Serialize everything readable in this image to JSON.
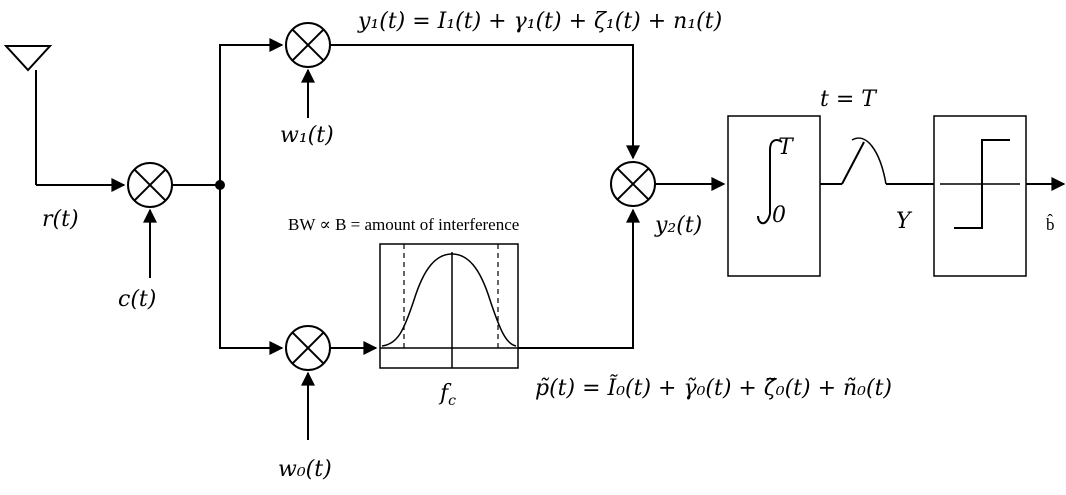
{
  "labels": {
    "r": "r(t)",
    "c": "c(t)",
    "w1": "w₁(t)",
    "w0": "w₀(t)",
    "y1_eq": "y₁(t) = I₁(t) + γ₁(t) + ζ₁(t) + n₁(t)",
    "p_eq": "p̃(t) = Ĩ₀(t) + γ̃₀(t) + ζ̃₀(t) + ñ₀(t)",
    "bw": "BW ∝ B = amount of interference",
    "fc": "f_c",
    "y2": "y₂(t)",
    "t_eq": "t = T",
    "integral_upper": "T",
    "integral_lower": "0",
    "Y": "Y",
    "b_hat": "b̂"
  }
}
